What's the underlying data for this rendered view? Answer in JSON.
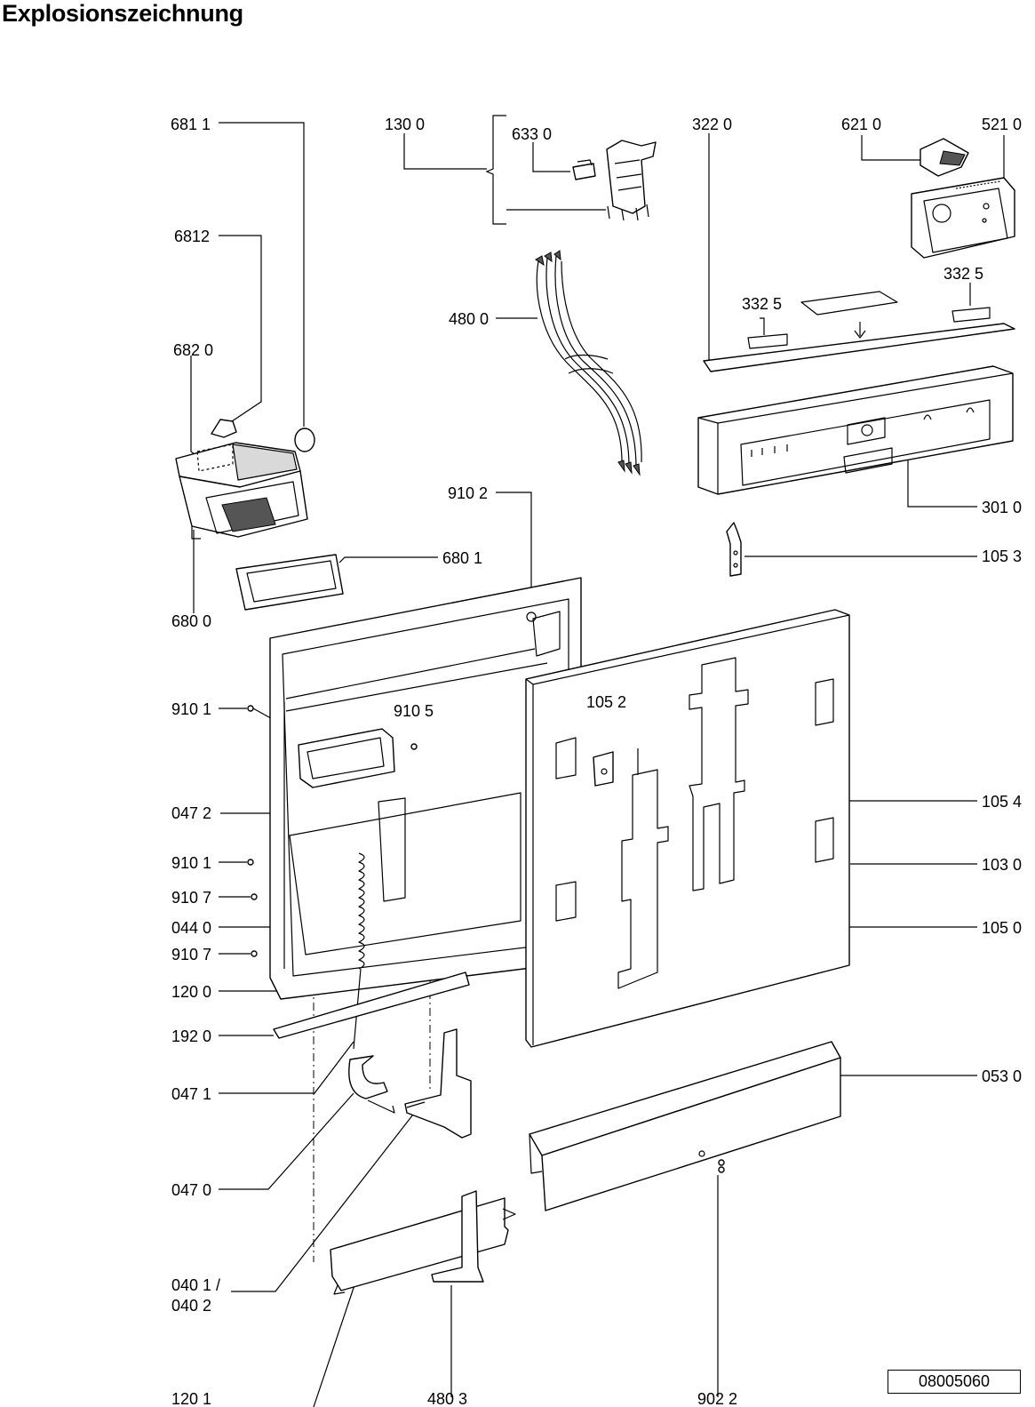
{
  "title": "Explosionszeichnung",
  "document_number": "08005060",
  "callouts": [
    {
      "id": "c-6811",
      "text": "681 1"
    },
    {
      "id": "c-6812",
      "text": "6812"
    },
    {
      "id": "c-6820",
      "text": "682 0"
    },
    {
      "id": "c-6800",
      "text": "680 0"
    },
    {
      "id": "c-6801",
      "text": "680 1"
    },
    {
      "id": "c-1300",
      "text": "130 0"
    },
    {
      "id": "c-6330",
      "text": "633 0"
    },
    {
      "id": "c-4800",
      "text": "480 0"
    },
    {
      "id": "c-3220",
      "text": "322  0"
    },
    {
      "id": "c-6210",
      "text": "621 0"
    },
    {
      "id": "c-5210",
      "text": "521 0"
    },
    {
      "id": "c-3325a",
      "text": "332  5"
    },
    {
      "id": "c-3325b",
      "text": "332  5"
    },
    {
      "id": "c-3010",
      "text": "301 0"
    },
    {
      "id": "c-1053",
      "text": "105 3"
    },
    {
      "id": "c-9102",
      "text": "910 2"
    },
    {
      "id": "c-9101a",
      "text": "910 1"
    },
    {
      "id": "c-9105",
      "text": "910 5"
    },
    {
      "id": "c-1052",
      "text": "105 2"
    },
    {
      "id": "c-0472",
      "text": "047 2"
    },
    {
      "id": "c-1054",
      "text": "105 4"
    },
    {
      "id": "c-9101b",
      "text": "910 1"
    },
    {
      "id": "c-1030",
      "text": "103 0"
    },
    {
      "id": "c-9107a",
      "text": "910 7"
    },
    {
      "id": "c-0440",
      "text": "044 0"
    },
    {
      "id": "c-1050",
      "text": "105 0"
    },
    {
      "id": "c-9107b",
      "text": "910 7"
    },
    {
      "id": "c-1200",
      "text": "120 0"
    },
    {
      "id": "c-1920",
      "text": "192 0"
    },
    {
      "id": "c-0530",
      "text": "053 0"
    },
    {
      "id": "c-0471",
      "text": "047 1"
    },
    {
      "id": "c-0470",
      "text": "047 0"
    },
    {
      "id": "c-0401",
      "text": "040 1 /"
    },
    {
      "id": "c-0402",
      "text": "040 2"
    },
    {
      "id": "c-1201",
      "text": "120 1"
    },
    {
      "id": "c-4803",
      "text": "480 3"
    },
    {
      "id": "c-9022",
      "text": "902 2"
    }
  ]
}
